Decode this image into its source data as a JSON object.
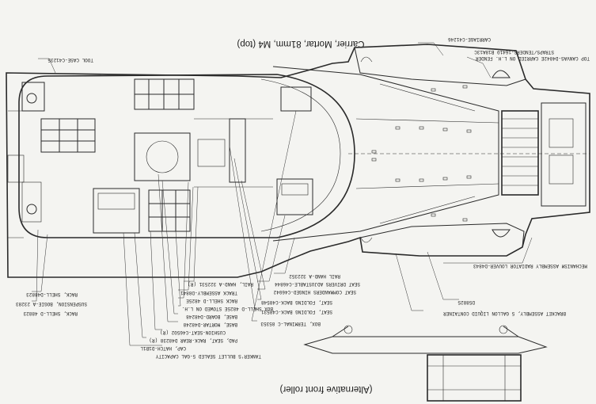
{
  "caption_top": "Carrier, Mortar, 81mm, M4 (top)",
  "caption_bottom": "(Alternative front roller)",
  "callouts": {
    "c01": "TOOL CASE-C41235",
    "c02": "CARRIAGE-C41246",
    "c03": "STRAPS/TENDERS-16410 B18A13C",
    "c04": "TOP CANVAS-D4842E CARRIED ON L.H. FENDER",
    "c05": "MECHANISM ASSEMBLY RADIATOR LOUVER-D4843",
    "c06": "D58825",
    "c07": "BRACKET ASSEMBLY, 5 GALLON LIQUID CONTAINER",
    "c08": "RAIL HAND-A 322352",
    "c09": "SEAT DRIVERS ADJUSTABLE-C46844",
    "c10": "SEAT COMMANDERS HINGED-C46042",
    "c11": "SEAT, FOLDING BACK-C48548",
    "c12": "SEAT, FOLDING BACK-C48531",
    "c13": "BOX, TERMINAL-C 85353",
    "c14": "RAIL, HAND-A 322531 (R)",
    "c15": "TRACK ASSEMBLY-D8841",
    "c16": "RACK SHELL-D 4825E",
    "c17": "BOX SHELL-D 4825E STOWED ON L.H.",
    "c18": "BASE, BOARD-D48248",
    "c19": "BASE, MORTAR-D48248",
    "c20": "CUSHION-SEAT-C46502 (R)",
    "c21": "PAD, SEAT, RACK-REAR D48238 (R)",
    "c22": "CAP, HATCH-D1B1L",
    "c23": "TANKER'S BULLET SEALED 5-GAL CAPACITY",
    "c24": "RACK, SHELL-D48823",
    "c25": "SUSPENSION, BOGIE-A 23283",
    "c26": "RACK, SHELL-D 48823"
  }
}
